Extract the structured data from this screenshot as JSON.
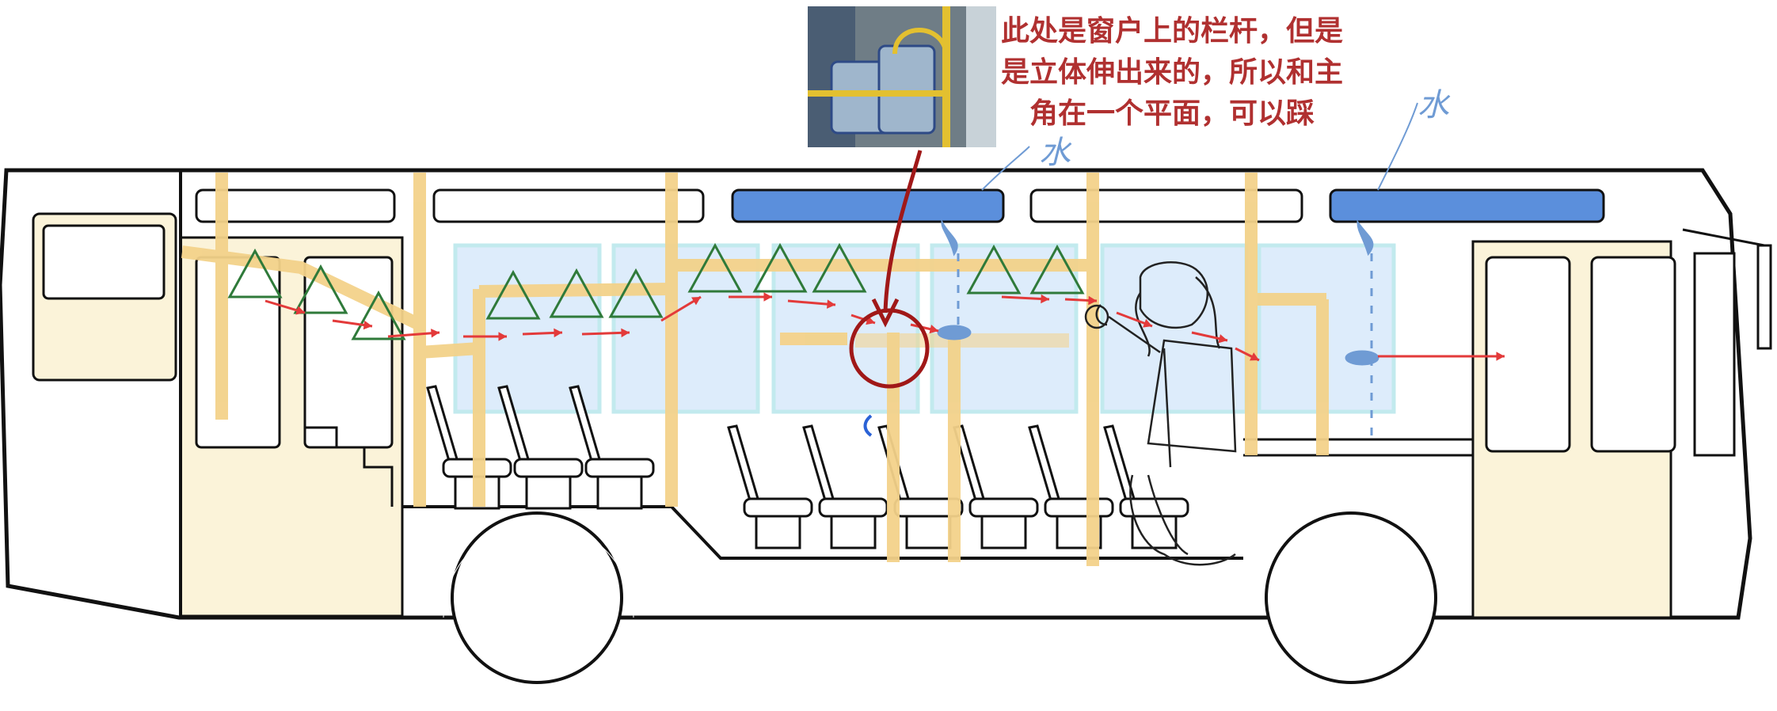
{
  "annotation": {
    "text": "此处是窗户上的栏杆，但是是立体伸出来的，所以和主角在一个平面，可以踩"
  },
  "water_labels": [
    "水",
    "水"
  ],
  "colors": {
    "outline": "#111111",
    "pole": "#f3d28a",
    "window_cyan": "#bfe9ee",
    "window_blue": "#5b8fdc",
    "cab_fill": "#fbf3d9",
    "triangle": "#2f7a3a",
    "arrow": "#e33a3a",
    "circle": "#a01818",
    "water": "#6f9bd4"
  },
  "icons": {
    "platform": "green-triangle-icon",
    "path": "red-arrow-icon"
  }
}
